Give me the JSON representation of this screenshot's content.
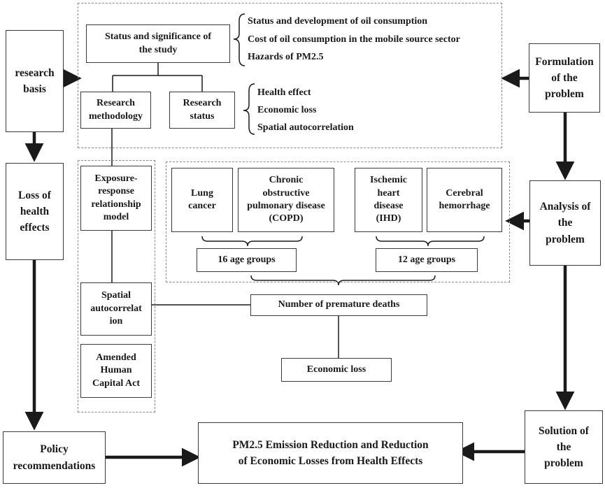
{
  "side": {
    "research_basis": "research\nbasis",
    "loss_health_effects": "Loss of\nhealth\neffects",
    "policy_recommendations": "Policy\nrecommendations",
    "formulation": "Formulation\nof the\nproblem",
    "analysis": "Analysis of\nthe\nproblem",
    "solution": "Solution of\nthe\nproblem"
  },
  "study": {
    "status_significance": "Status and significance of\nthe study",
    "research_methodology": "Research\nmethodology",
    "research_status": "Research\nstatus",
    "status_items": [
      "Status and development of oil consumption",
      "Cost of oil consumption in the mobile source sector",
      "Hazards of PM2.5"
    ],
    "research_status_items": [
      "Health effect",
      "Economic loss",
      "Spatial autocorrelation"
    ]
  },
  "methods": {
    "exposure_response": "Exposure-\nresponse\nrelationship\nmodel",
    "spatial_autocorrelation": "Spatial\nautocorrelat\nion",
    "amended_human_capital": "Amended\nHuman\nCapital Act"
  },
  "diseases": {
    "lung_cancer": "Lung\ncancer",
    "copd": "Chronic\nobstructive\npulmonary disease\n(COPD)",
    "ihd": "Ischemic\nheart\ndisease\n(IHD)",
    "cerebral": "Cerebral\nhemorrhage",
    "age16": "16 age groups",
    "age12": "12 age groups"
  },
  "outcomes": {
    "premature_deaths": "Number of premature deaths",
    "economic_loss": "Economic loss",
    "final": "PM2.5 Emission Reduction and Reduction\nof Economic Losses from Health Effects"
  },
  "colors": {
    "line": "#1a1a1a",
    "border": "#3a3a3a",
    "dashed": "#8a8a8a"
  }
}
